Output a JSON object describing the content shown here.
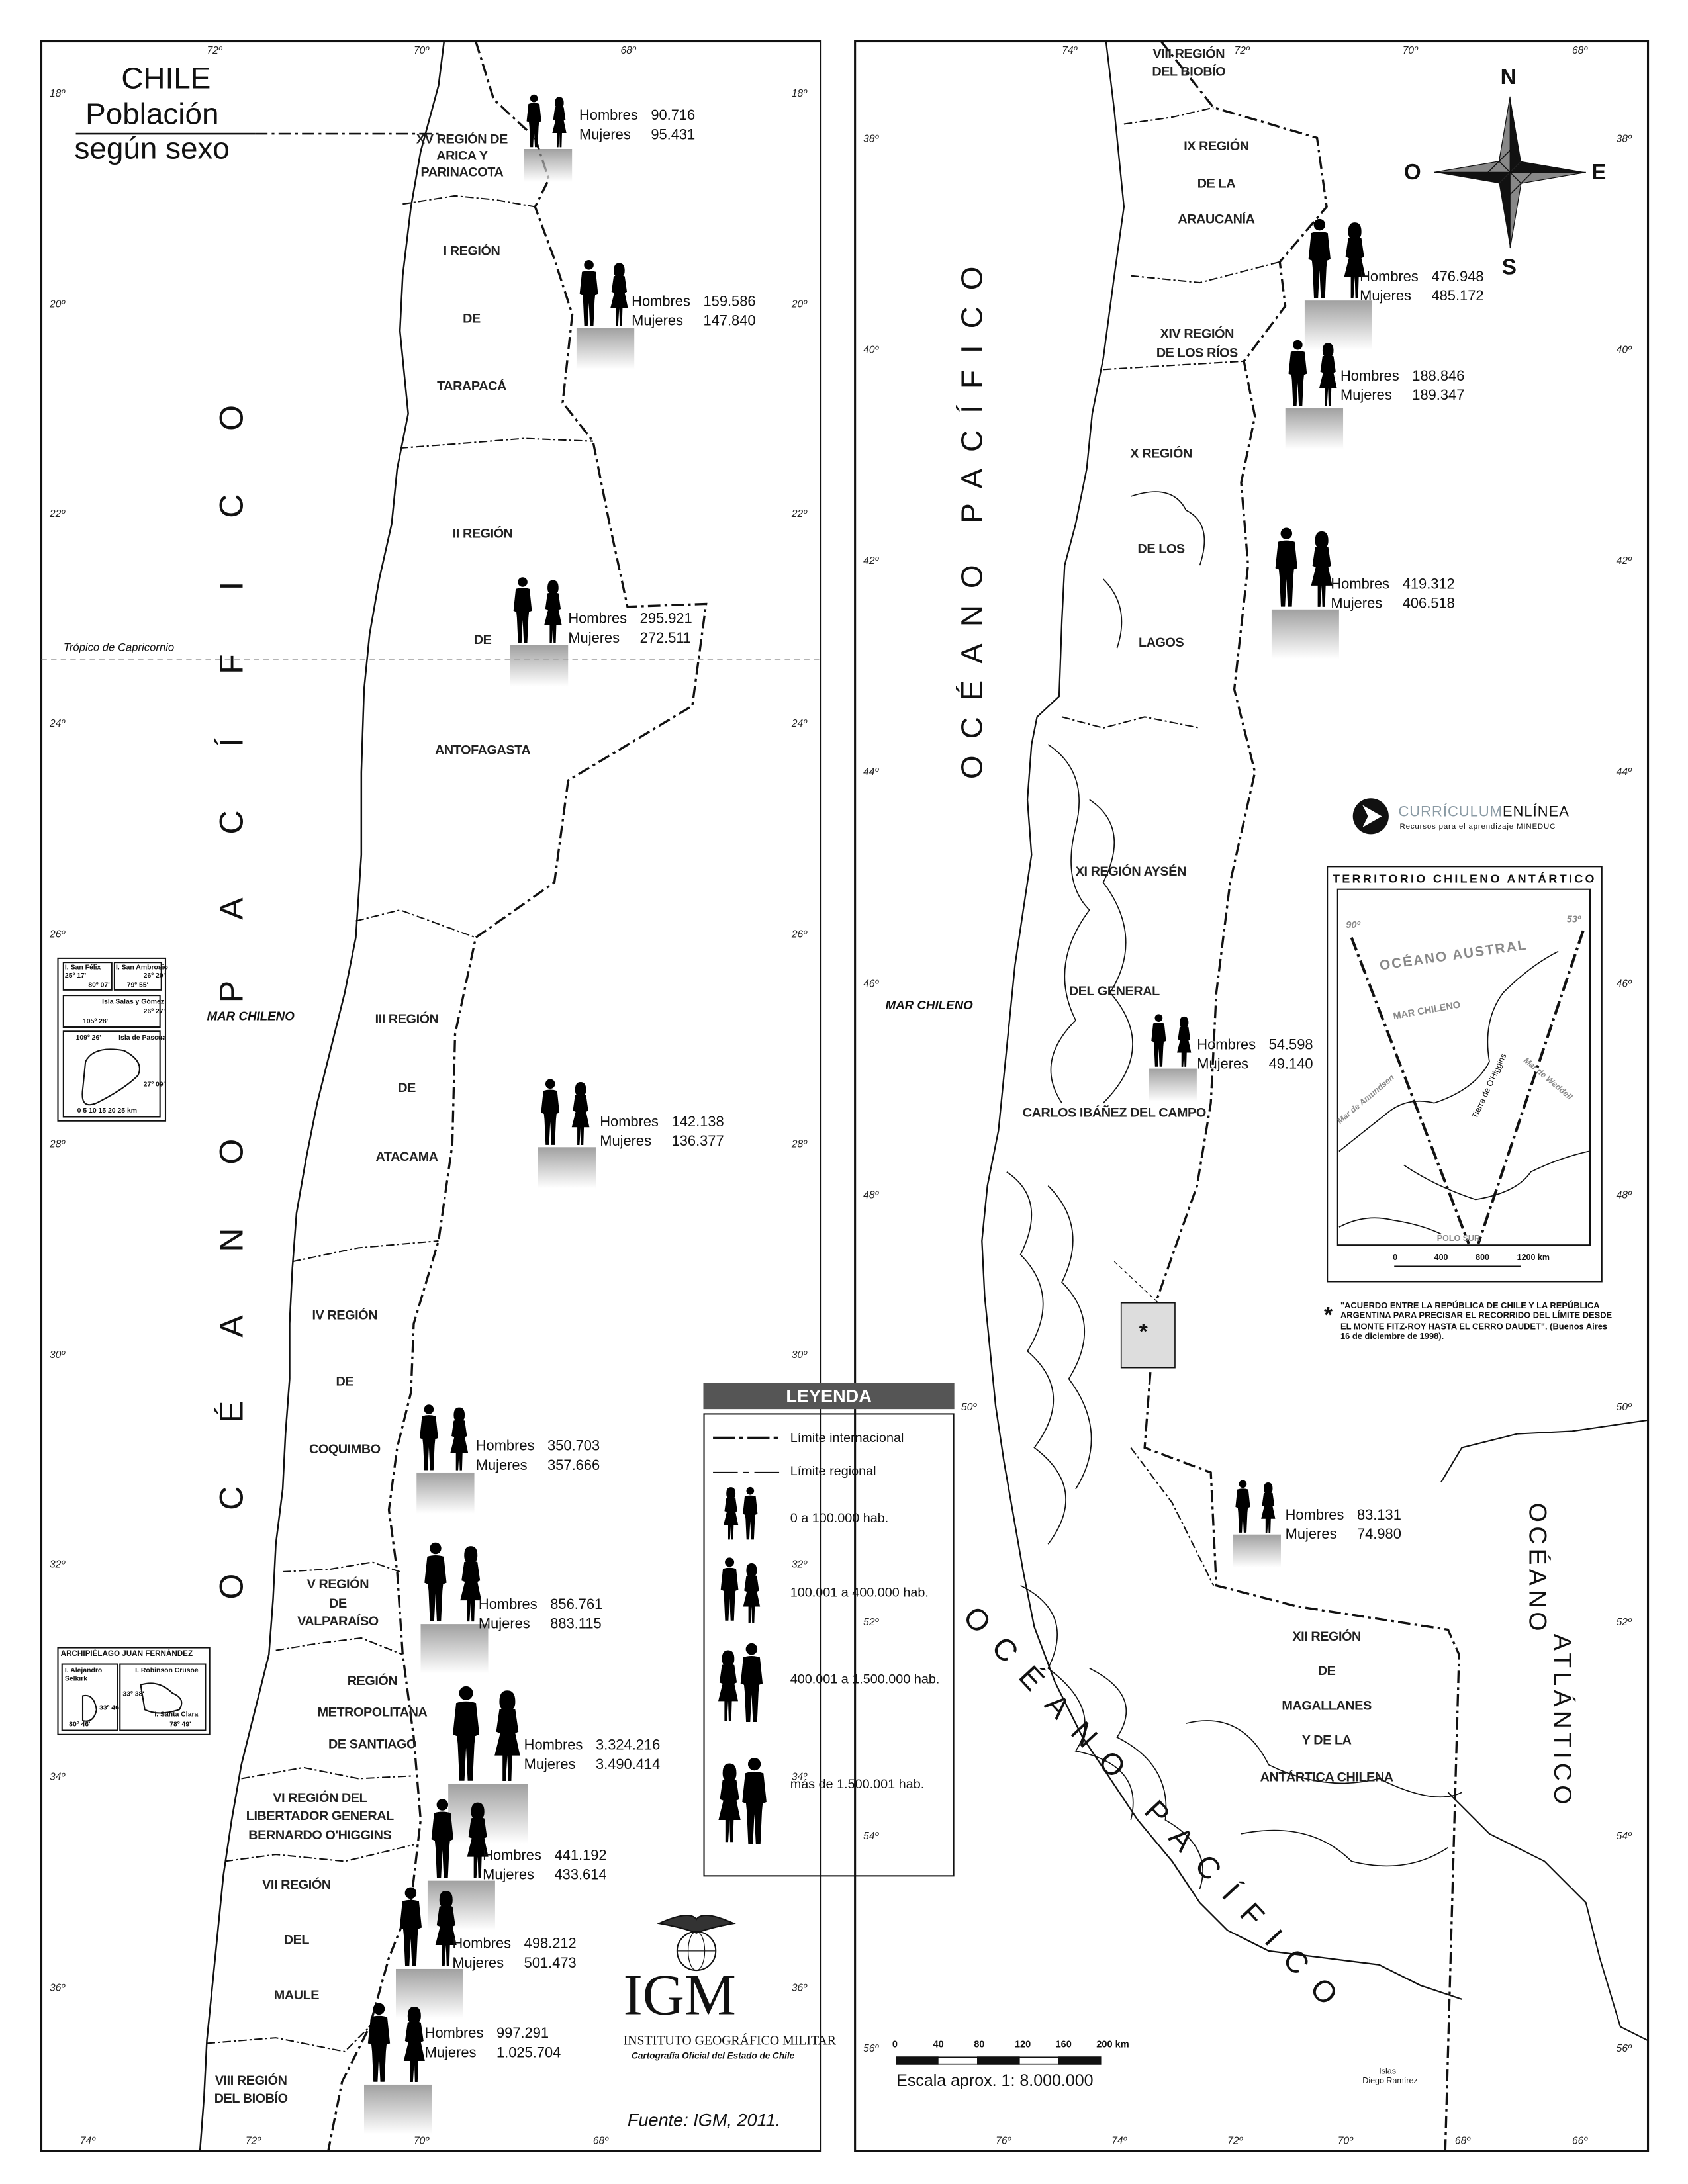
{
  "title": {
    "line1": "CHILE",
    "line2": "Población",
    "line3": "según sexo"
  },
  "labels": {
    "hombres": "Hombres",
    "mujeres": "Mujeres"
  },
  "regions": [
    {
      "id": "xv",
      "lines": [
        "XV REGIÓN DE",
        "ARICA Y",
        "PARINACOTA"
      ],
      "hombres": "90.716",
      "mujeres": "95.431"
    },
    {
      "id": "i",
      "lines": [
        "I REGIÓN",
        "DE",
        "TARAPACÁ"
      ],
      "hombres": "159.586",
      "mujeres": "147.840"
    },
    {
      "id": "ii",
      "lines": [
        "II REGIÓN",
        "DE",
        "ANTOFAGASTA"
      ],
      "hombres": "295.921",
      "mujeres": "272.511"
    },
    {
      "id": "iii",
      "lines": [
        "III REGIÓN",
        "DE",
        "ATACAMA"
      ],
      "hombres": "142.138",
      "mujeres": "136.377"
    },
    {
      "id": "iv",
      "lines": [
        "IV REGIÓN",
        "DE",
        "COQUIMBO"
      ],
      "hombres": "350.703",
      "mujeres": "357.666"
    },
    {
      "id": "v",
      "lines": [
        "V REGIÓN",
        "DE",
        "VALPARAÍSO"
      ],
      "hombres": "856.761",
      "mujeres": "883.115"
    },
    {
      "id": "rm",
      "lines": [
        "REGIÓN",
        "METROPOLITANA",
        "DE SANTIAGO"
      ],
      "hombres": "3.324.216",
      "mujeres": "3.490.414"
    },
    {
      "id": "vi",
      "lines": [
        "VI REGIÓN DEL",
        "LIBERTADOR GENERAL",
        "BERNARDO O'HIGGINS"
      ],
      "hombres": "441.192",
      "mujeres": "433.614"
    },
    {
      "id": "vii",
      "lines": [
        "VII REGIÓN",
        "DEL",
        "MAULE"
      ],
      "hombres": "498.212",
      "mujeres": "501.473"
    },
    {
      "id": "viii",
      "lines": [
        "VIII REGIÓN",
        "DEL BIOBÍO"
      ],
      "hombres": "997.291",
      "mujeres": "1.025.704"
    },
    {
      "id": "viii-top",
      "lines": [
        "VIII REGIÓN",
        "DEL BIOBÍO"
      ]
    },
    {
      "id": "ix",
      "lines": [
        "IX REGIÓN",
        "DE LA",
        "ARAUCANÍA"
      ],
      "hombres": "476.948",
      "mujeres": "485.172"
    },
    {
      "id": "xiv",
      "lines": [
        "XIV REGIÓN",
        "DE LOS RÍOS"
      ],
      "hombres": "188.846",
      "mujeres": "189.347"
    },
    {
      "id": "x",
      "lines": [
        "X REGIÓN",
        "DE LOS",
        "LAGOS"
      ],
      "hombres": "419.312",
      "mujeres": "406.518"
    },
    {
      "id": "xi",
      "lines": [
        "XI REGIÓN AYSÉN",
        "DEL GENERAL",
        "CARLOS IBÁÑEZ DEL CAMPO"
      ],
      "hombres": "54.598",
      "mujeres": "49.140"
    },
    {
      "id": "xii",
      "lines": [
        "XII REGIÓN",
        "DE",
        "MAGALLANES",
        "Y DE LA",
        "ANTÁRTICA CHILENA"
      ],
      "hombres": "83.131",
      "mujeres": "74.980"
    }
  ],
  "oceans": {
    "left": "OCÉANO PACÍFICO",
    "right_top": "OCÉANO PACÍFICO",
    "right_bottom": "OCÉANO PACÍFICO",
    "atlantic_1": "OCÉANO",
    "atlantic_2": "ATLÁNTICO",
    "mar_chileno_left": "MAR CHILENO",
    "mar_chileno_right": "MAR CHILENO"
  },
  "tropic": "Trópico de Capricornio",
  "ticks": {
    "left_lat": [
      "18º",
      "20º",
      "22º",
      "24º",
      "26º",
      "28º",
      "30º",
      "32º",
      "34º",
      "36º"
    ],
    "left_lon_top": [
      "72º",
      "70º",
      "68º"
    ],
    "left_lon_bottom": [
      "74º",
      "72º",
      "70º",
      "68º"
    ],
    "right_lat": [
      "38º",
      "40º",
      "42º",
      "44º",
      "46º",
      "48º",
      "50º",
      "52º",
      "54º",
      "56º"
    ],
    "right_lon_top": [
      "74º",
      "72º",
      "70º",
      "68º"
    ],
    "right_lon_bottom": [
      "76º",
      "74º",
      "72º",
      "70º",
      "68º",
      "66º"
    ]
  },
  "compass": {
    "n": "N",
    "s": "S",
    "e": "E",
    "o": "O"
  },
  "legend": {
    "title": "LEYENDA",
    "items": [
      "Límite internacional",
      "Límite regional",
      "0 a 100.000 hab.",
      "100.001 a 400.000 hab.",
      "400.001 a 1.500.000 hab.",
      "más de 1.500.001 hab."
    ]
  },
  "islands": {
    "san_felix": "I. San Félix",
    "san_felix_lat": "25º 17'",
    "san_felix_lon": "80º 07'",
    "san_ambrosio": "I. San Ambrosio",
    "san_ambrosio_lat": "26º 20'",
    "san_ambrosio_lon": "79º 55'",
    "salas_gomez": "Isla Salas y Gómez",
    "salas_gomez_lat": "26º 27'",
    "salas_gomez_lon": "105º 28'",
    "pascua": "Isla de Pascua",
    "pascua_lon": "109º 26'",
    "pascua_lat": "27º 09'",
    "scale": "0  5  10  15  20  25 km",
    "jf_title": "ARCHIPIÉLAGO JUAN FERNÁNDEZ",
    "selkirk": "I. Alejandro Selkirk",
    "selkirk_lat": "33º 46'",
    "selkirk_lon": "80º 46'",
    "robinson": "I. Robinson Crusoe",
    "robinson_lat": "33º 38'",
    "santa_clara": "I. Santa Clara",
    "santa_clara_lon": "78º 49'"
  },
  "igm": {
    "acronym": "IGM",
    "name": "INSTITUTO GEOGRÁFICO MILITAR",
    "tagline": "Cartografía Oficial del Estado de Chile"
  },
  "source": "Fuente: IGM, 2011.",
  "scale": {
    "ticks": [
      "0",
      "40",
      "80",
      "120",
      "160",
      "200 km"
    ],
    "label": "Escala aprox. 1: 8.000.000"
  },
  "diego_ramirez": {
    "line1": "Islas",
    "line2": "Diego Ramírez"
  },
  "curriculum": {
    "name_a": "CURRÍCULUM",
    "name_b": "ENLÍNEA",
    "tagline": "Recursos para el aprendizaje MINEDUC"
  },
  "antarctic": {
    "title": "TERRITORIO CHILENO ANTÁRTICO",
    "lon_w": "90º",
    "lon_e": "53º",
    "ocean": "OCÉANO AUSTRAL",
    "mar_chileno": "MAR CHILENO",
    "amundsen": "Mar de Amundsen",
    "weddell": "Mar de Weddell",
    "ohiggins": "Tierra de O'Higgins",
    "pole": "POLO SUR",
    "scale": [
      "0",
      "400",
      "800",
      "1200 km"
    ]
  },
  "agreement_note": "\"ACUERDO ENTRE LA REPÚBLICA DE CHILE Y LA REPÚBLICA ARGENTINA PARA PRECISAR EL RECORRIDO DEL LÍMITE DESDE EL MONTE FITZ-ROY HASTA EL CERRO DAUDET\". (Buenos Aires 16 de diciembre de 1998).",
  "asterisk": "*"
}
